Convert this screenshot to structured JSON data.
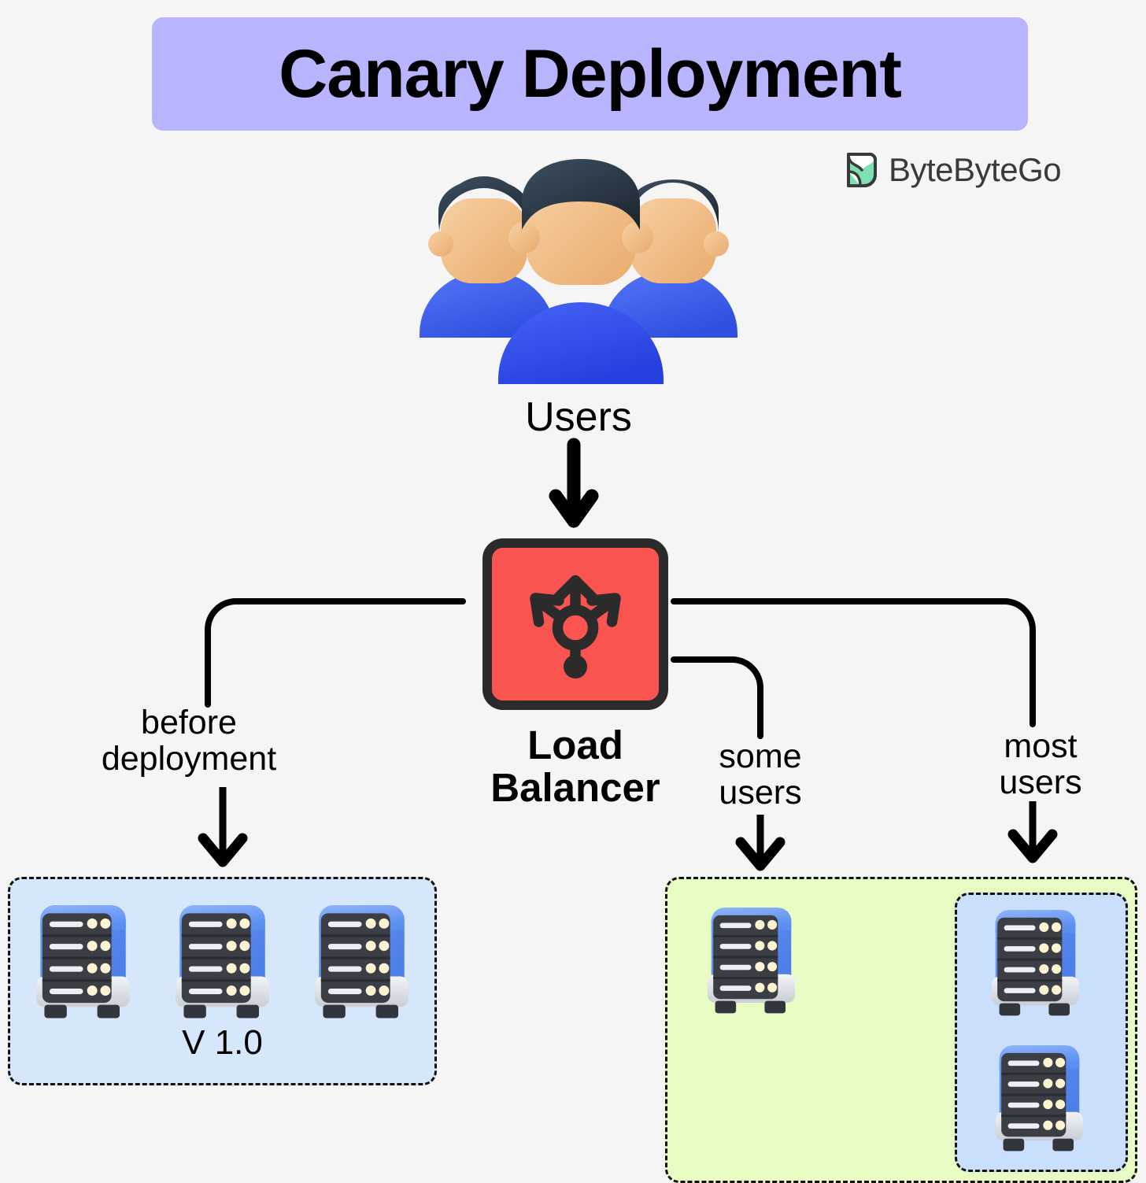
{
  "title": {
    "text": "Canary Deployment",
    "banner_color": "#b8b4fd"
  },
  "logo": {
    "name": "ByteByteGo",
    "mark_color": "#7ee0b0",
    "text_color": "#3a3a3a"
  },
  "background_color": "#f5f5f5",
  "users": {
    "label": "Users",
    "count": 3,
    "body_color": "#3a5cf0",
    "hair_color": "#2a3440",
    "skin_color": "#f2bf86"
  },
  "load_balancer": {
    "label": "Load\nBalancer",
    "icon": "distribute-arrows-icon",
    "fill_color": "#f9544f",
    "border_color": "#2b2b2b"
  },
  "edges": [
    {
      "id": "users-to-lb",
      "label": ""
    },
    {
      "id": "lb-to-v1",
      "label": "before\ndeployment"
    },
    {
      "id": "lb-to-canary",
      "label": "some\nusers"
    },
    {
      "id": "lb-to-new",
      "label": "most\nusers"
    }
  ],
  "groups": [
    {
      "id": "v1",
      "version_label": "V 1.0",
      "servers": 3,
      "fill_color": "#d6e6fb",
      "border_style": "dashed"
    },
    {
      "id": "canary",
      "version_label": "",
      "servers": 1,
      "fill_color": "#e8fdc4",
      "border_style": "dashed"
    },
    {
      "id": "new-version",
      "version_label": "",
      "servers": 2,
      "fill_color": "#c9dffb",
      "border_style": "dashed"
    }
  ],
  "server_icon": {
    "name": "server-rack-icon",
    "top_color": "#6d9bf5",
    "panel_color": "#3b3f45",
    "base_color": "#e4e6ea",
    "led_color": "#fdf2d2"
  },
  "wire_color": "#000000"
}
